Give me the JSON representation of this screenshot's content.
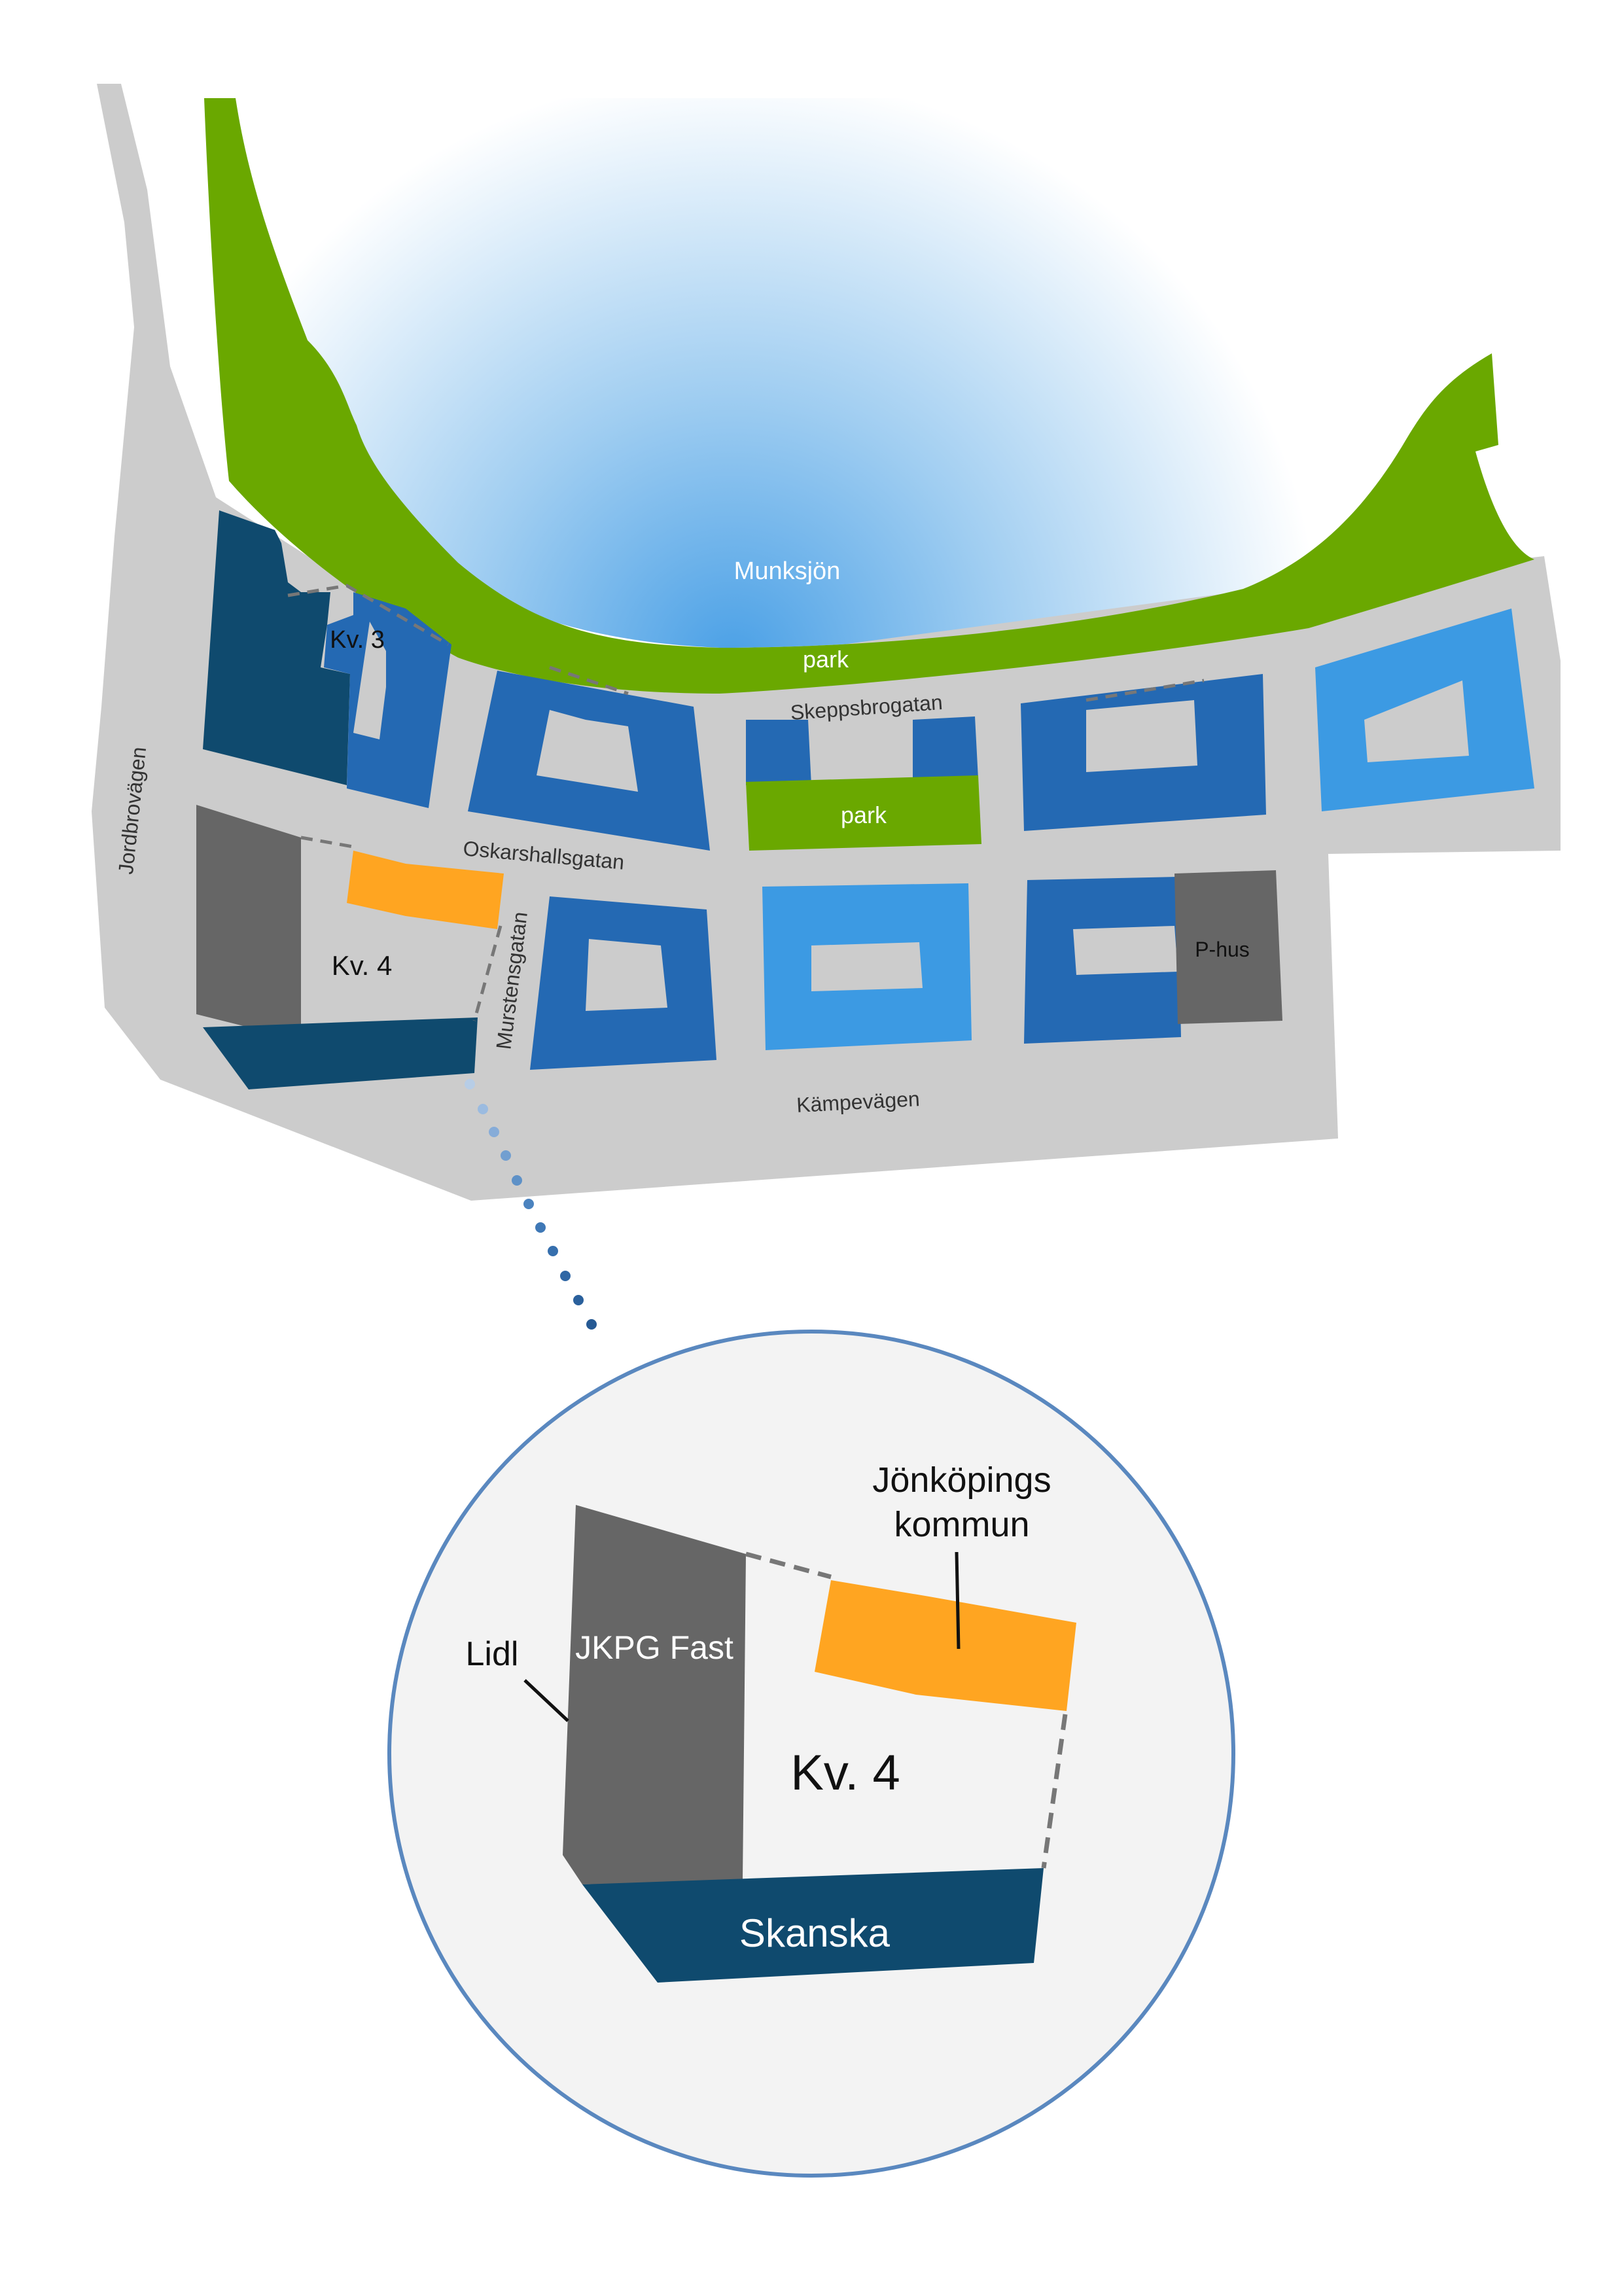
{
  "labels": {
    "lake": "Munksjön",
    "park_top": "park",
    "park_block": "park",
    "kv3": "Kv. 3",
    "kv4": "Kv. 4",
    "p_hus": "P-hus",
    "street_skeppsbrogatan": "Skeppsbrogatan",
    "street_oskarshallsgatan": "Oskarshallsgatan",
    "street_murstensgatan": "Murstensgatan",
    "street_jordbrovagen": "Jordbrovägen",
    "street_kampevagen": "Kämpevägen"
  },
  "detail": {
    "kv4": "Kv. 4",
    "jkpg_fast": "JKPG Fast",
    "lidl": "Lidl",
    "skanska": "Skanska",
    "jonkopings_line1": "Jönköpings",
    "jonkopings_line2": "kommun"
  },
  "colors": {
    "road": "#cccccc",
    "park": "#6aa800",
    "lake_deep": "#55a8e8",
    "navy": "#0f4a6e",
    "blue_mid": "#2469b3",
    "blue_light": "#3c9ae3",
    "gray_dark": "#666666",
    "orange": "#ffa521",
    "circle_stroke": "#5a88bf",
    "circle_fill": "#f3f3f3"
  }
}
